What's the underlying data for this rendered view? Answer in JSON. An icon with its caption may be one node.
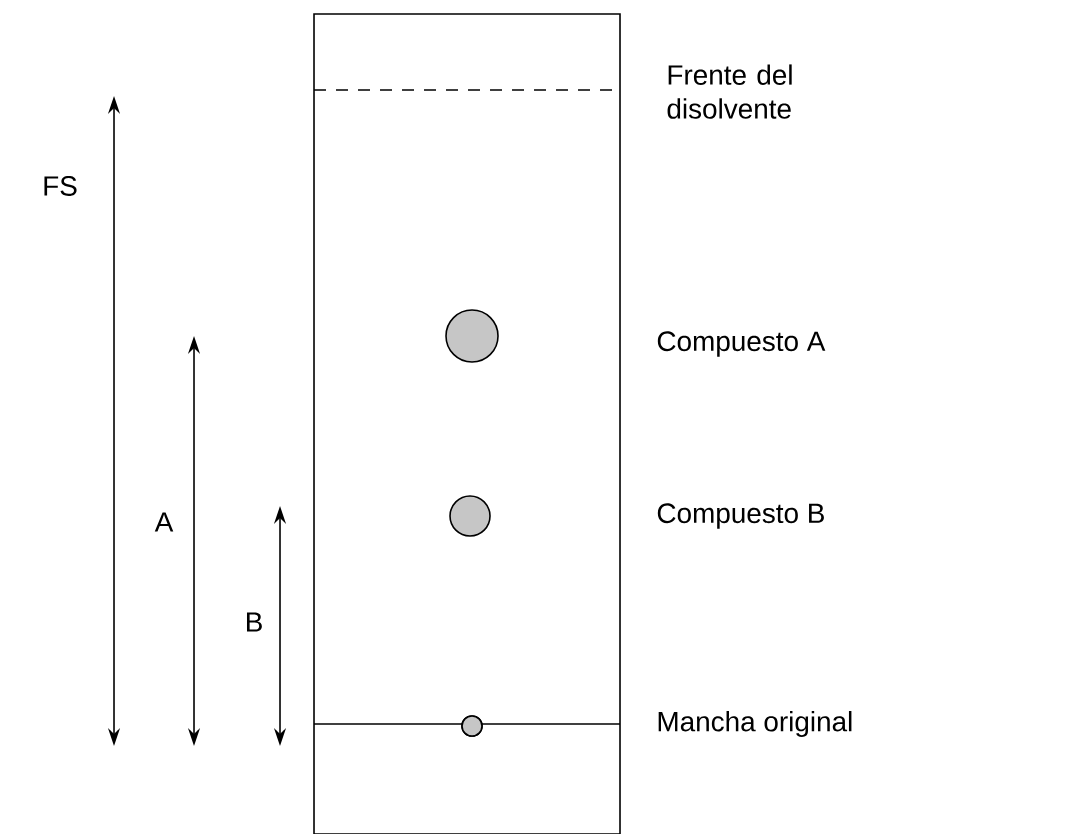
{
  "diagram": {
    "nodes": [
      {
        "text": [],
        "shape": "box"
      },
      {
        "text": [],
        "shape": "circle",
        "in": 0
      },
      {
        "text": [],
        "shape": "circle",
        "in": 0
      },
      {
        "text": [],
        "shape": "circle",
        "in": 0
      }
    ],
    "labels": [
      "Frente del disolvente",
      "FS",
      "Compuesto A",
      "A",
      "Compuesto B",
      "B",
      "Mancha original"
    ]
  }
}
